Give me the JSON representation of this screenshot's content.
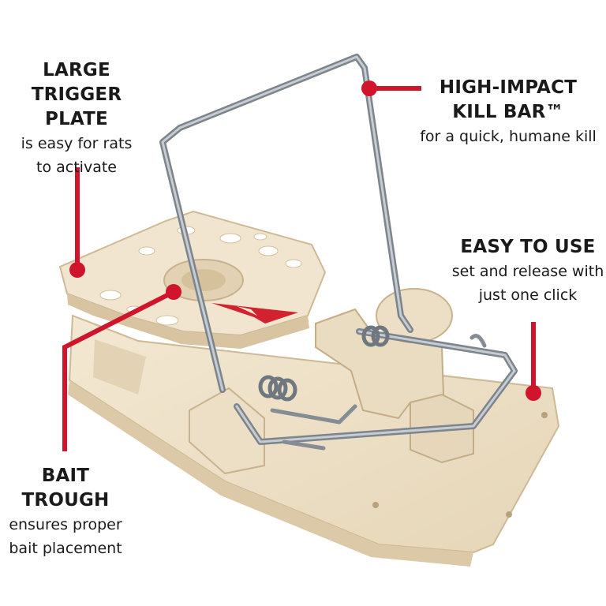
{
  "callouts": {
    "trigger_plate": {
      "title_line1": "LARGE",
      "title_line2": "TRIGGER PLATE",
      "desc_line1": "is easy for rats",
      "desc_line2": "to activate"
    },
    "kill_bar": {
      "title_line1": "HIGH-IMPACT",
      "title_line2": "KILL BAR™",
      "desc_line1": "for a quick, humane kill"
    },
    "easy_to_use": {
      "title_line1": "EASY TO USE",
      "desc_line1": "set and release with",
      "desc_line2": "just one click"
    },
    "bait_trough": {
      "title_line1": "BAIT TROUGH",
      "desc_line1": "ensures proper",
      "desc_line2": "bait placement"
    }
  },
  "colors": {
    "accent_red": "#d0142c",
    "plastic": "#eee0c6",
    "plastic_shadow": "#d9c7a6",
    "wire": "#9aa1a8",
    "text": "#1a1a1a"
  }
}
